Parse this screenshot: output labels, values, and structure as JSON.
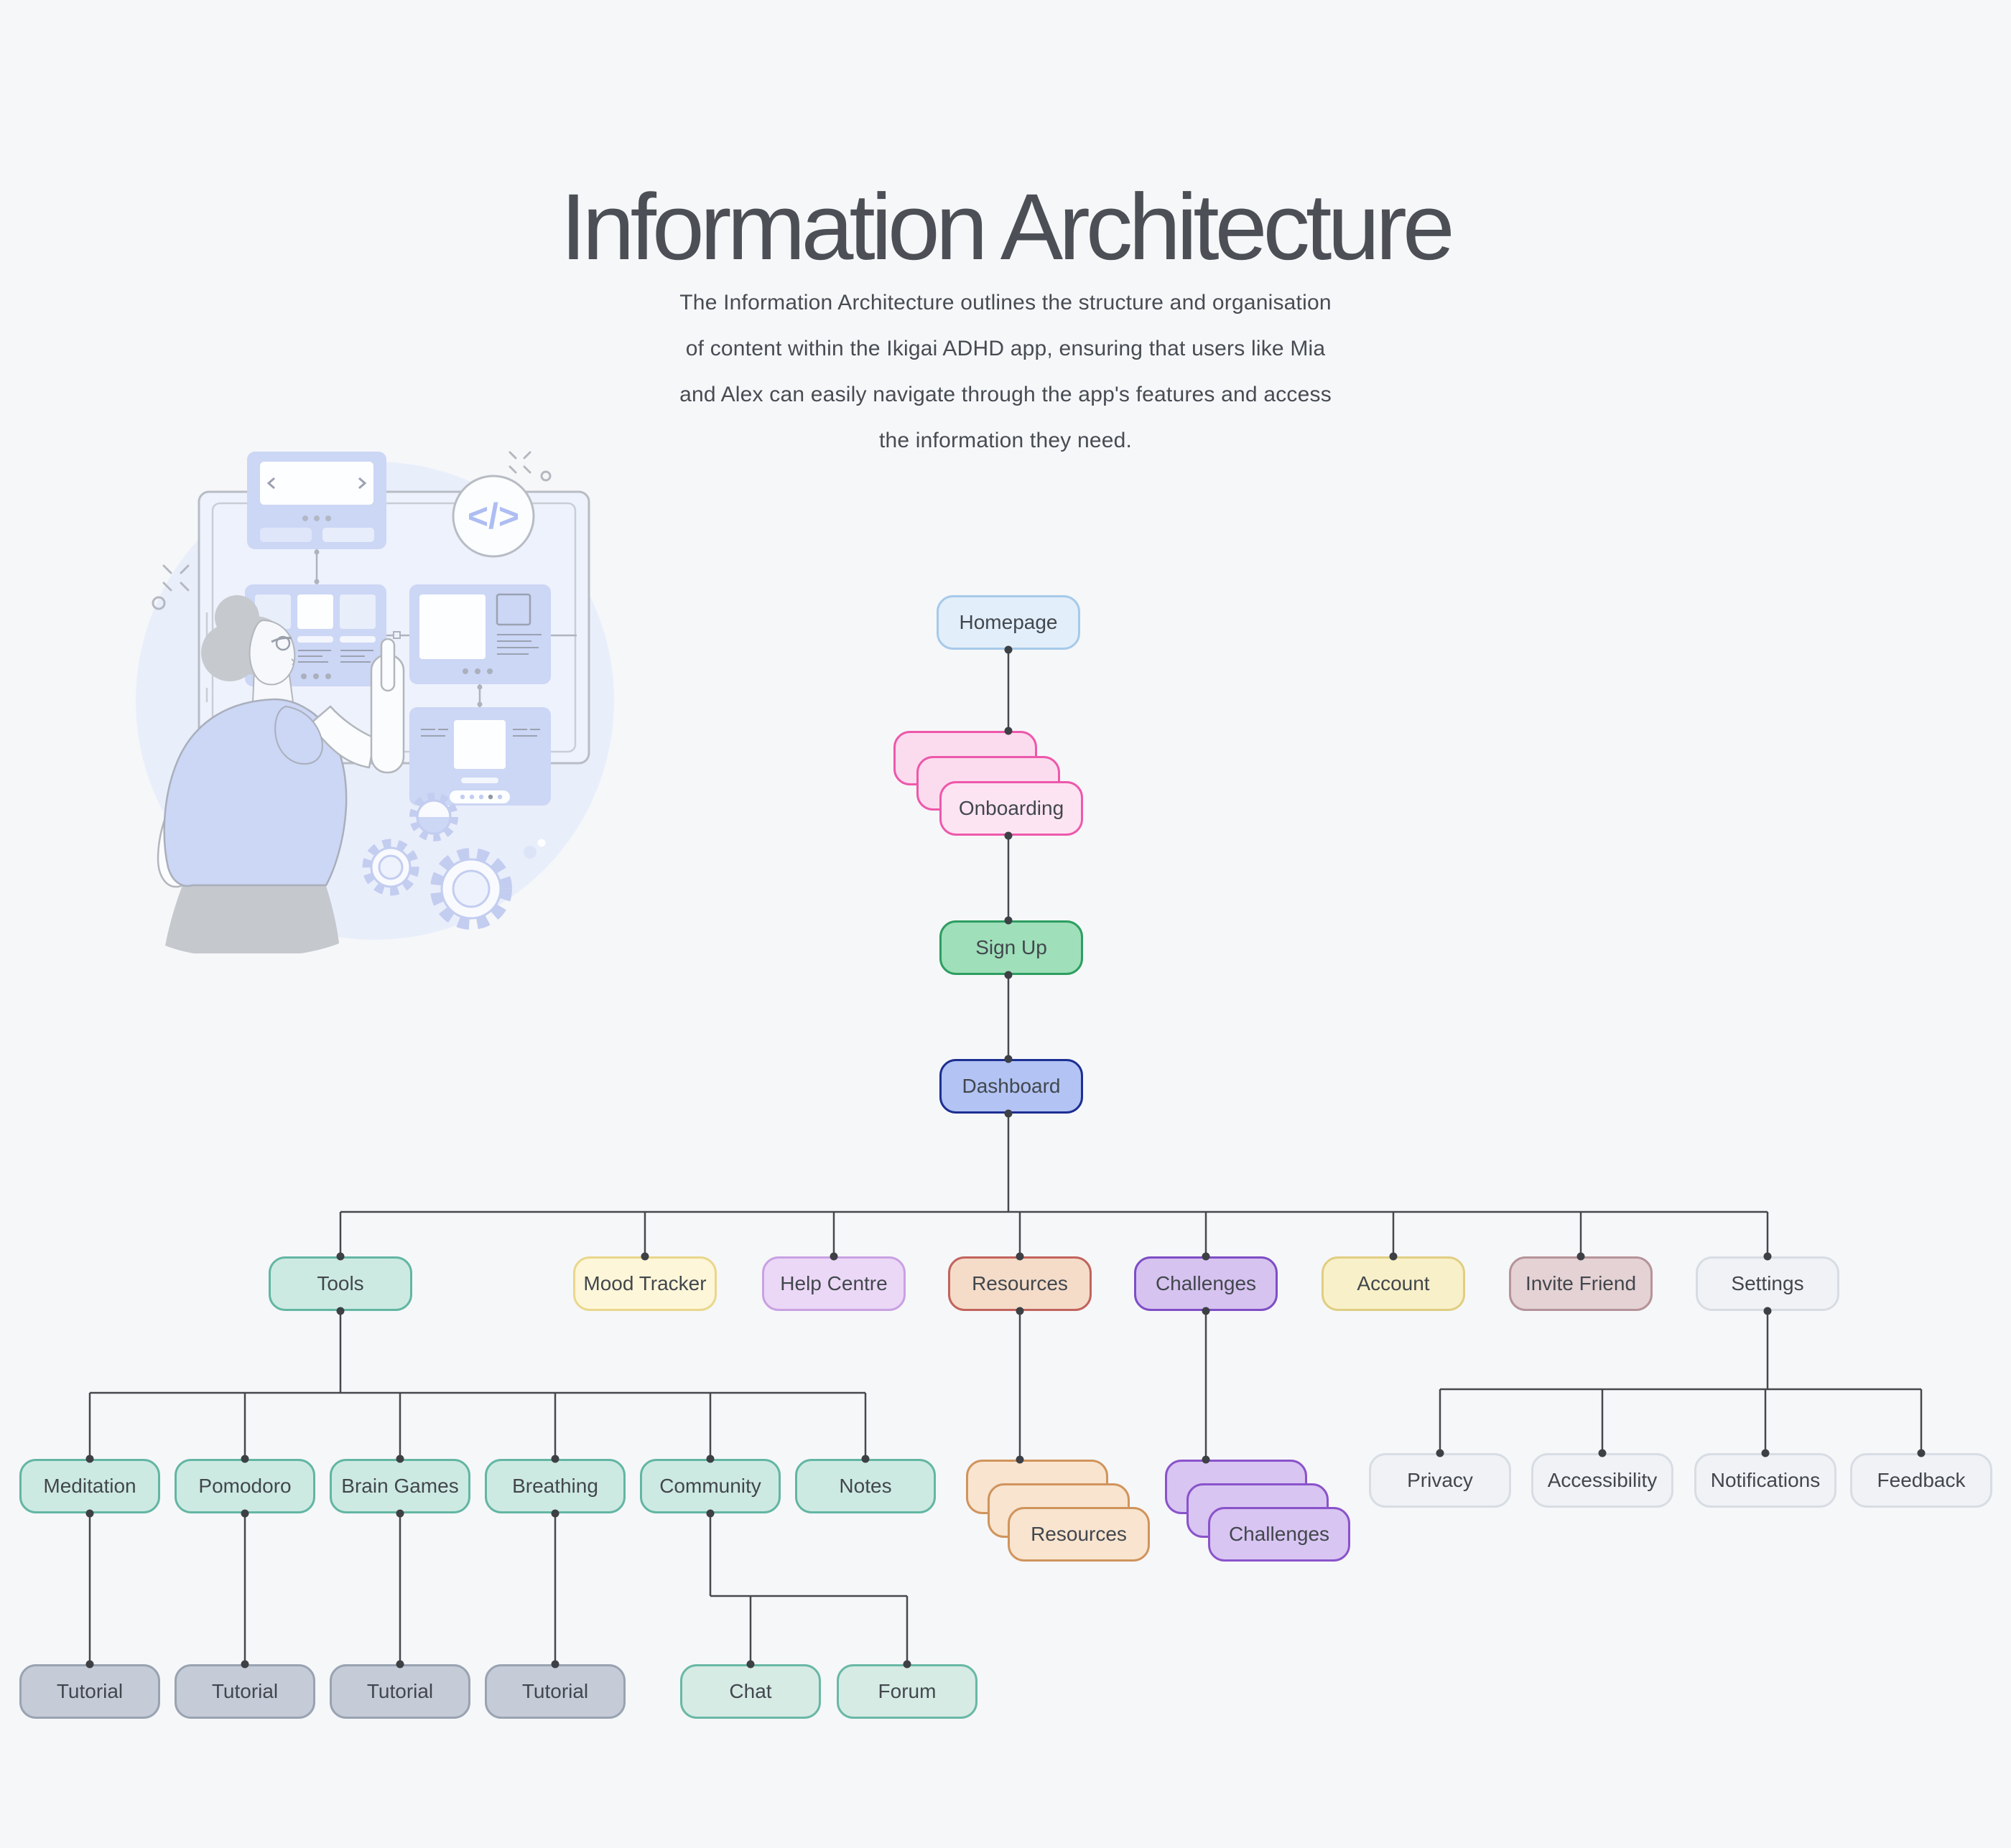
{
  "page": {
    "title": "Information Architecture",
    "description_lines": [
      "The Information Architecture outlines the structure and organisation",
      "of content within the Ikigai ADHD app, ensuring that users like Mia",
      "and Alex can easily navigate through the app's features and access",
      "the information they need."
    ]
  },
  "illustration": {
    "code_icon_text": "</>"
  },
  "flowchart": {
    "nodes": {
      "homepage": "Homepage",
      "onboarding": "Onboarding",
      "sign_up": "Sign Up",
      "dashboard": "Dashboard",
      "tools": "Tools",
      "mood_tracker": "Mood Tracker",
      "help_centre": "Help Centre",
      "resources": "Resources",
      "challenges": "Challenges",
      "account": "Account",
      "invite_friend": "Invite Friend",
      "settings": "Settings",
      "meditation": "Meditation",
      "pomodoro": "Pomodoro",
      "brain_games": "Brain Games",
      "breathing": "Breathing",
      "community": "Community",
      "notes": "Notes",
      "resources_pages": "Resources",
      "challenges_pages": "Challenges",
      "privacy": "Privacy",
      "accessibility": "Accessibility",
      "notifications": "Notifications",
      "feedback": "Feedback",
      "tutorial_meditation": "Tutorial",
      "tutorial_pomodoro": "Tutorial",
      "tutorial_brain_games": "Tutorial",
      "tutorial_breathing": "Tutorial",
      "chat": "Chat",
      "forum": "Forum"
    },
    "palette": {
      "blue": {
        "fill": "#e2eefa",
        "border": "#a6cae9"
      },
      "pink": {
        "fill": "#fce4f2",
        "border": "#ee58ab"
      },
      "pink_back": {
        "fill": "#fbdcee",
        "border": "#ee58ab"
      },
      "green": {
        "fill": "#9fdfba",
        "border": "#2d9e61"
      },
      "indigo": {
        "fill": "#b2c3f4",
        "border": "#1d2f92"
      },
      "teal": {
        "fill": "#cdeae2",
        "border": "#63b6a3"
      },
      "cream": {
        "fill": "#fdf6d9",
        "border": "#e9d78c"
      },
      "lilac": {
        "fill": "#ebd8f6",
        "border": "#c9a1e2"
      },
      "clay": {
        "fill": "#f4dcc9",
        "border": "#c2635c"
      },
      "violet": {
        "fill": "#d6c3f0",
        "border": "#7e4ec5"
      },
      "yellow": {
        "fill": "#f8f0c8",
        "border": "#e0ce82"
      },
      "rose": {
        "fill": "#e4d2d4",
        "border": "#b5939a"
      },
      "gray": {
        "fill": "#f0f2f6",
        "border": "#d8dde4"
      },
      "orange": {
        "fill": "#f8e4cf",
        "border": "#d0945c"
      },
      "purple": {
        "fill": "#d8c5f2",
        "border": "#8a53ca"
      },
      "slate": {
        "fill": "#c5ccd8",
        "border": "#99a3b1"
      },
      "mint": {
        "fill": "#d7ebe5",
        "border": "#69b8a5"
      }
    },
    "connector_color": "#45484d",
    "background_color": "#f6f7f9",
    "illustration_accent": "#ccd6f5"
  }
}
